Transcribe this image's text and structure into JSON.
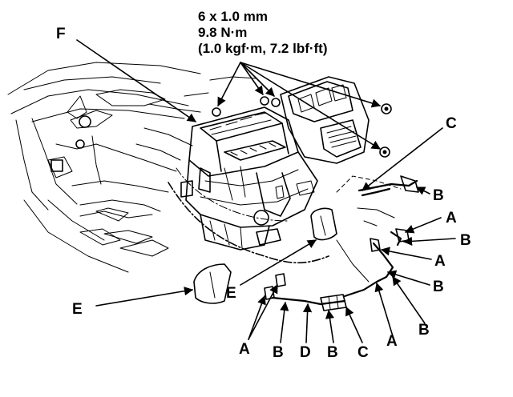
{
  "torque_spec": {
    "bolt": "6 x 1.0 mm",
    "torque_nm": "9.8 N·m",
    "torque_alt": "(1.0 kgf·m, 7.2 lbf·ft)"
  },
  "callouts": {
    "f": "F",
    "c_top": "C",
    "b_1": "B",
    "a_1": "A",
    "b_2": "B",
    "a_2": "A",
    "b_3": "B",
    "b_4": "B",
    "e_mid": "E",
    "e_left": "E",
    "bottom_a1": "A",
    "bottom_b1": "B",
    "bottom_d": "D",
    "bottom_b2": "B",
    "bottom_c": "C",
    "bottom_a2": "A"
  }
}
